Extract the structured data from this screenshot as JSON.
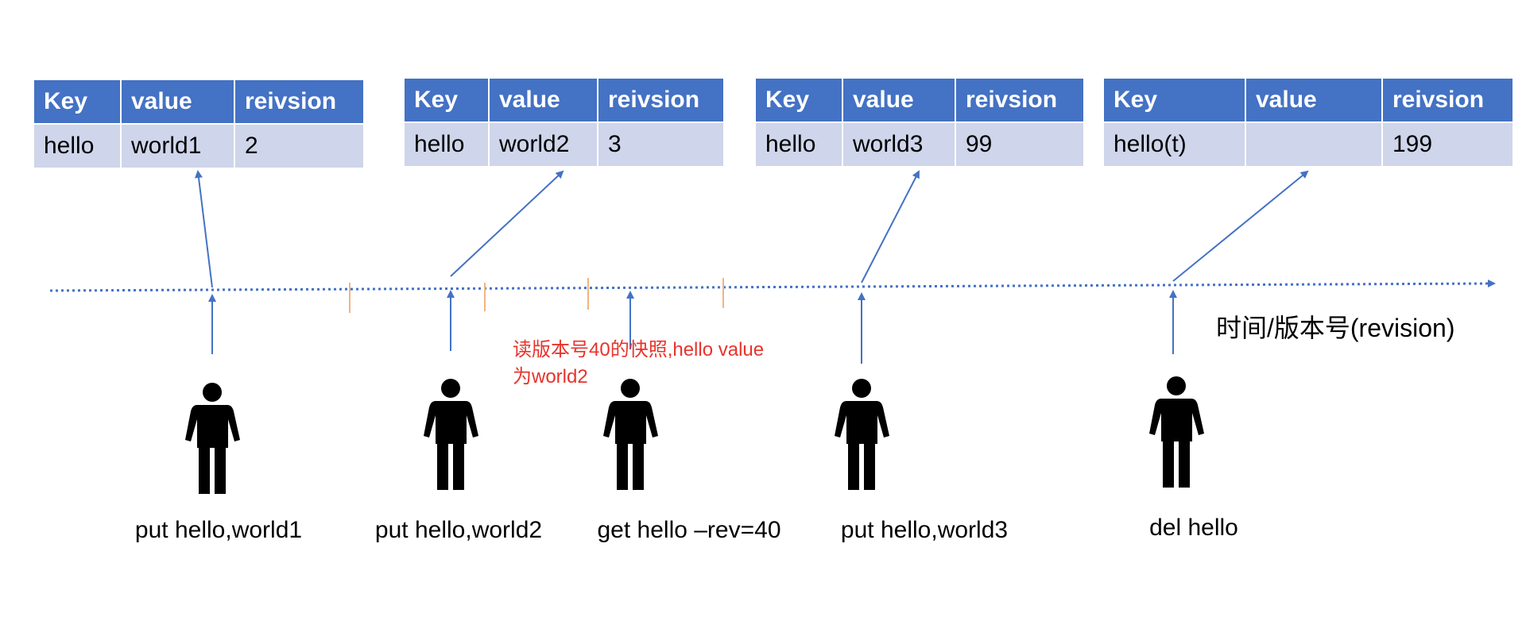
{
  "tables": [
    {
      "headers": [
        "Key",
        "value",
        "reivsion"
      ],
      "row": [
        "hello",
        "world1",
        "2"
      ]
    },
    {
      "headers": [
        "Key",
        "value",
        "reivsion"
      ],
      "row": [
        "hello",
        "world2",
        "3"
      ]
    },
    {
      "headers": [
        "Key",
        "value",
        "reivsion"
      ],
      "row": [
        "hello",
        "world3",
        "99"
      ]
    },
    {
      "headers": [
        "Key",
        "value",
        "reivsion"
      ],
      "row": [
        "hello(t)",
        "",
        "199"
      ]
    }
  ],
  "operations": [
    {
      "label": "put hello,world1",
      "icon": "person-icon"
    },
    {
      "label": "put hello,world2",
      "icon": "person-icon"
    },
    {
      "label": "get hello –rev=40",
      "icon": "person-icon"
    },
    {
      "label": "put hello,world3",
      "icon": "person-icon"
    },
    {
      "label": "del hello",
      "icon": "person-icon"
    }
  ],
  "axis_label": "时间/版本号(revision)",
  "note": {
    "line1": "读版本号40的快照,hello value",
    "line2": "为world2"
  },
  "colors": {
    "header": "#4472c4",
    "row": "#cfd5ea",
    "arrow": "#4472c4",
    "tick": "#f0b482",
    "note": "#e8332a"
  }
}
